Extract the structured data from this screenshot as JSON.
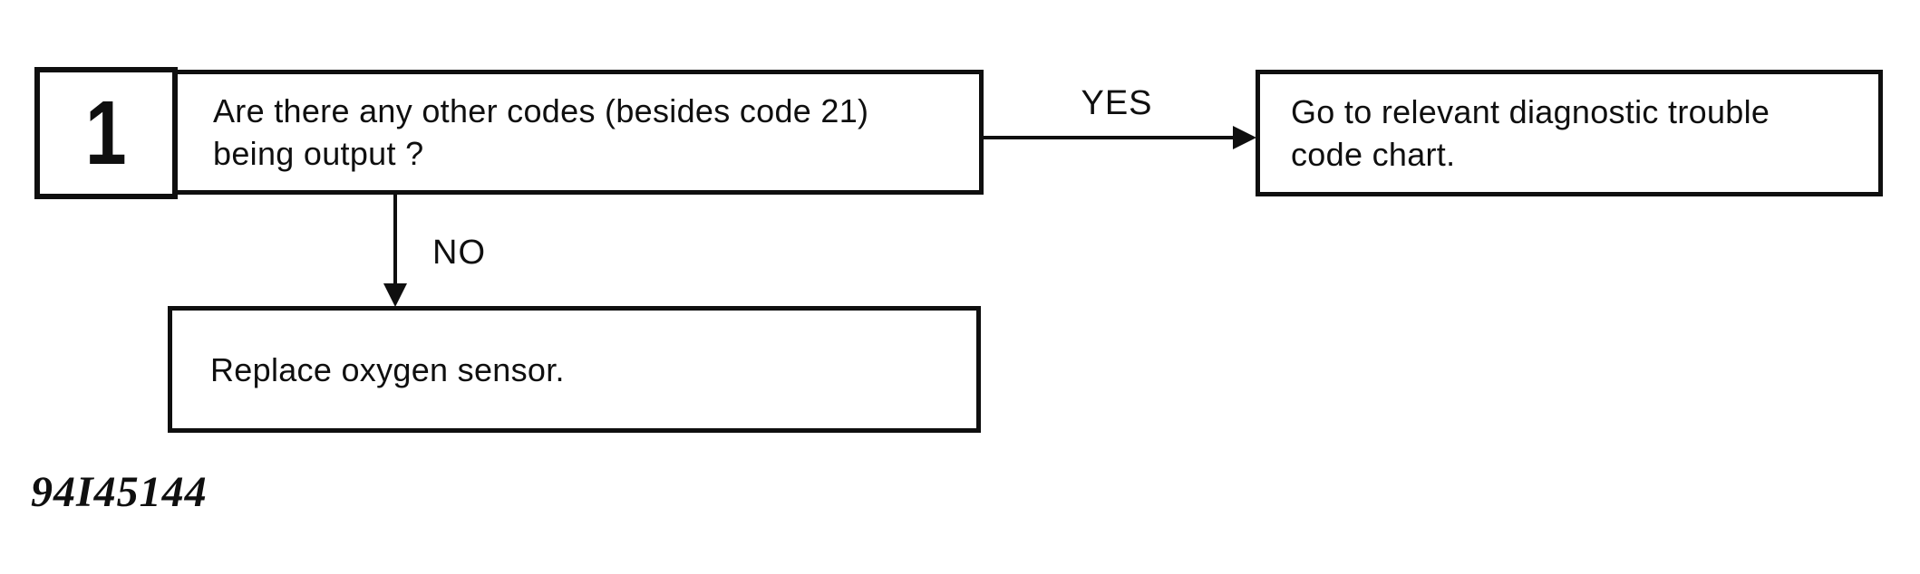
{
  "colors": {
    "ink": "#0f0f0f",
    "paper": "#ffffff"
  },
  "flowchart": {
    "step_number": "1",
    "question": {
      "lines": [
        "Are there any other codes (besides code 21)",
        "being output ?"
      ]
    },
    "yes_branch": {
      "label": "YES",
      "result_lines": [
        "Go to relevant diagnostic trouble",
        "code chart."
      ]
    },
    "no_branch": {
      "label": "NO",
      "result_lines": [
        "Replace oxygen sensor."
      ]
    }
  },
  "figure_code": "94I45144"
}
